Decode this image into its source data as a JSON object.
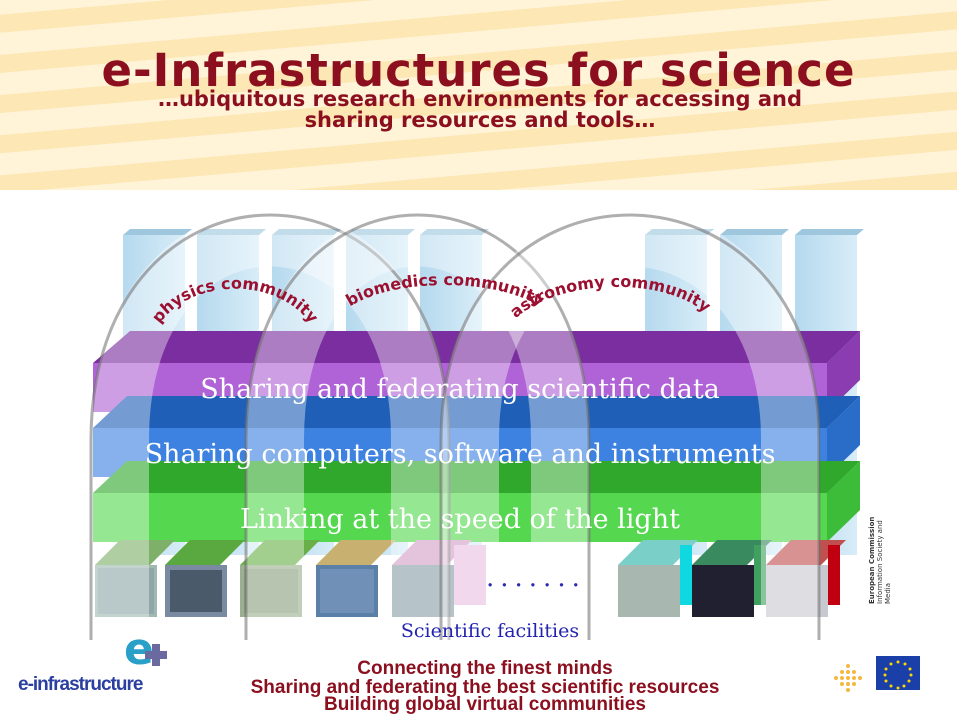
{
  "header": {
    "title": "e-Infrastructures for science",
    "subtitle": "…ubiquitous research environments for accessing and sharing resources and tools…"
  },
  "arches": [
    {
      "label": "physics community"
    },
    {
      "label": "biomedics community"
    },
    {
      "label": "astronomy community"
    }
  ],
  "layers": [
    {
      "label": "Sharing and federating scientific data",
      "color": "#a243c9"
    },
    {
      "label": "Sharing computers, software and instruments",
      "color": "#2f6fd1"
    },
    {
      "label": "Linking at the speed of the light",
      "color": "#3fc93a"
    }
  ],
  "facilities": {
    "ellipsis": ".......",
    "label": "Scientific facilities"
  },
  "footer": {
    "lines": [
      "Connecting the finest minds",
      "Sharing and federating the best scientific resources",
      "Building global virtual communities"
    ],
    "logo_text": "e-infrastructure",
    "ec_line1": "European Commission",
    "ec_line2": "Information Society and Media"
  }
}
